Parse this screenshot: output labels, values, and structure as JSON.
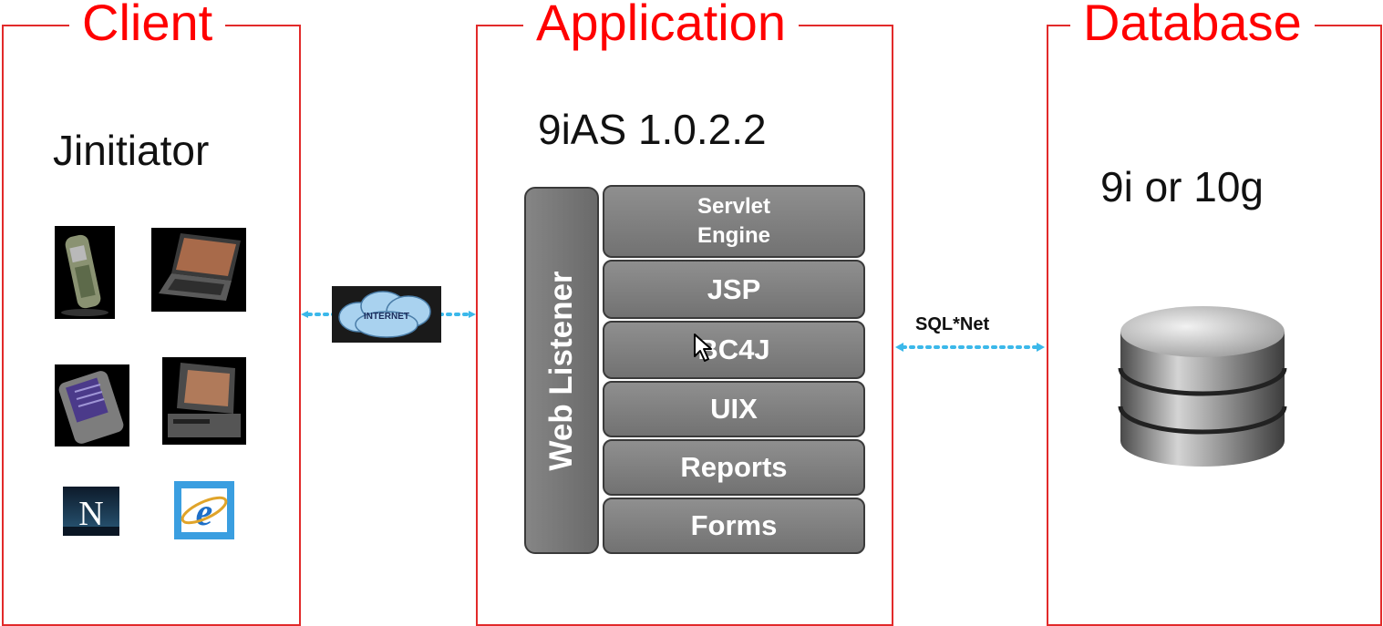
{
  "client": {
    "title": "Client",
    "label": "Jinitiator",
    "icons": [
      "mobile-phone-icon",
      "laptop-icon",
      "pda-icon",
      "desktop-computer-icon",
      "netscape-icon",
      "internet-explorer-icon"
    ],
    "netscape_letter": "N",
    "ie_letter": "e"
  },
  "internet": {
    "label": "INTERNET"
  },
  "application": {
    "title": "Application",
    "label": "9iAS 1.0.2.2",
    "web_listener": "Web Listener",
    "stack": [
      {
        "id": "servlet-engine",
        "line1": "Servlet",
        "line2": "Engine"
      },
      {
        "id": "jsp",
        "label": "JSP"
      },
      {
        "id": "bc4j",
        "label": "BC4J"
      },
      {
        "id": "uix",
        "label": "UIX"
      },
      {
        "id": "reports",
        "label": "Reports"
      },
      {
        "id": "forms",
        "label": "Forms"
      }
    ]
  },
  "connection": {
    "label": "SQL*Net"
  },
  "database": {
    "title": "Database",
    "label": "9i or 10g"
  },
  "colors": {
    "accent": "#ff0000",
    "block": "#7f7f7f",
    "connector": "#3bb8ea"
  }
}
